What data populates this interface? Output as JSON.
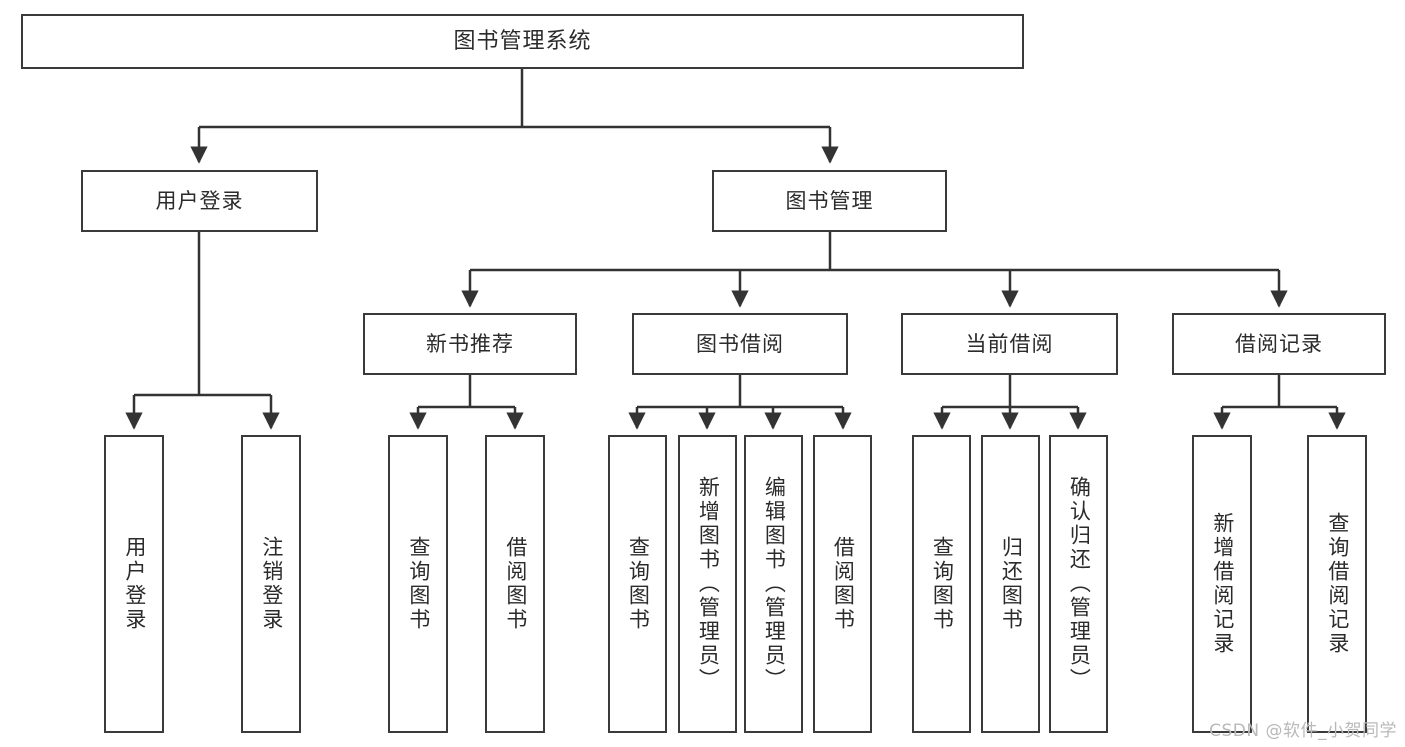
{
  "diagram": {
    "title": "图书管理系统",
    "type": "功能结构图",
    "colors": {
      "box_border": "#3a3a3a",
      "box_fill": "#ffffff",
      "connector": "#333333",
      "text": "#2b2b2b",
      "watermark": "#b9b9b9"
    },
    "root": {
      "label": "图书管理系统"
    },
    "level2": [
      {
        "label": "用户登录"
      },
      {
        "label": "图书管理"
      }
    ],
    "level3": [
      {
        "label": "新书推荐"
      },
      {
        "label": "图书借阅"
      },
      {
        "label": "当前借阅"
      },
      {
        "label": "借阅记录"
      }
    ],
    "leaves": [
      {
        "label": "用户登录"
      },
      {
        "label": "注销登录"
      },
      {
        "label": "查询图书"
      },
      {
        "label": "借阅图书"
      },
      {
        "label": "查询图书"
      },
      {
        "label": "新增图书（管理员）"
      },
      {
        "label": "编辑图书（管理员）"
      },
      {
        "label": "借阅图书"
      },
      {
        "label": "查询图书"
      },
      {
        "label": "归还图书"
      },
      {
        "label": "确认归还（管理员）"
      },
      {
        "label": "新增借阅记录"
      },
      {
        "label": "查询借阅记录"
      }
    ],
    "watermark": "CSDN @软件_小贺同学"
  }
}
